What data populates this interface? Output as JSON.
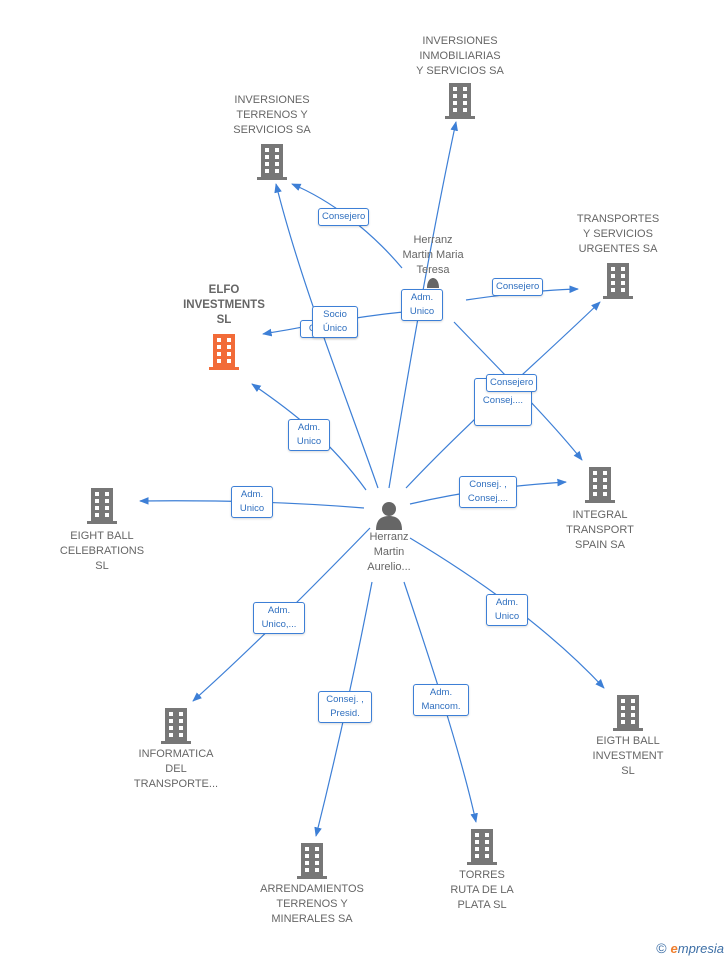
{
  "people": {
    "aurelio": {
      "label": "Herranz\nMartin\nAurelio..."
    },
    "maria": {
      "label": "Herranz\nMartin Maria\nTeresa"
    }
  },
  "companies": {
    "inmobiliarias": "INVERSIONES\nINMOBILIARIAS\nY SERVICIOS SA",
    "terrenos": "INVERSIONES\nTERRENOS Y\nSERVICIOS SA",
    "elfo": "ELFO\nINVESTMENTS\nSL",
    "transportes": "TRANSPORTES\nY SERVICIOS\nURGENTES SA",
    "integral": "INTEGRAL\nTRANSPORT\nSPAIN SA",
    "eightball": "EIGHT BALL\nCELEBRATIONS\nSL",
    "informatica": "INFORMATICA\nDEL\nTRANSPORTE...",
    "arrendamientos": "ARRENDAMIENTOS\nTERRENOS Y\nMINERALES SA",
    "torres": "TORRES\nRUTA DE LA\nPLATA  SL",
    "eigthball": "EIGTH BALL\nINVESTMENT\nSL"
  },
  "edge_labels": {
    "consejero_terrenos": "Consejero",
    "adm_unico_maria": "Adm.\nUnico",
    "consejero_transportes": "Consejero",
    "socio_unico": "Socio\nÚnico",
    "consej_elfo": "Consej....",
    "adm_unico_elfo": "Adm.\nUnico",
    "consejero_mid": "Consejero",
    "consej_mid": "Consej....",
    "consej_integral": "Consej. ,\nConsej....",
    "adm_unico_eightball": "Adm.\nUnico",
    "adm_unico_informatica": "Adm.\nUnico,...",
    "consej_presid": "Consej. ,\nPresid.",
    "adm_mancom": "Adm.\nMancom.",
    "adm_unico_eigth": "Adm.\nUnico"
  },
  "colors": {
    "accent": "#3d7fd6",
    "highlight": "#f26b38",
    "building": "#777777"
  },
  "watermark": {
    "copyright": "©",
    "brand_e": "e",
    "brand_rest": "mpresia"
  }
}
